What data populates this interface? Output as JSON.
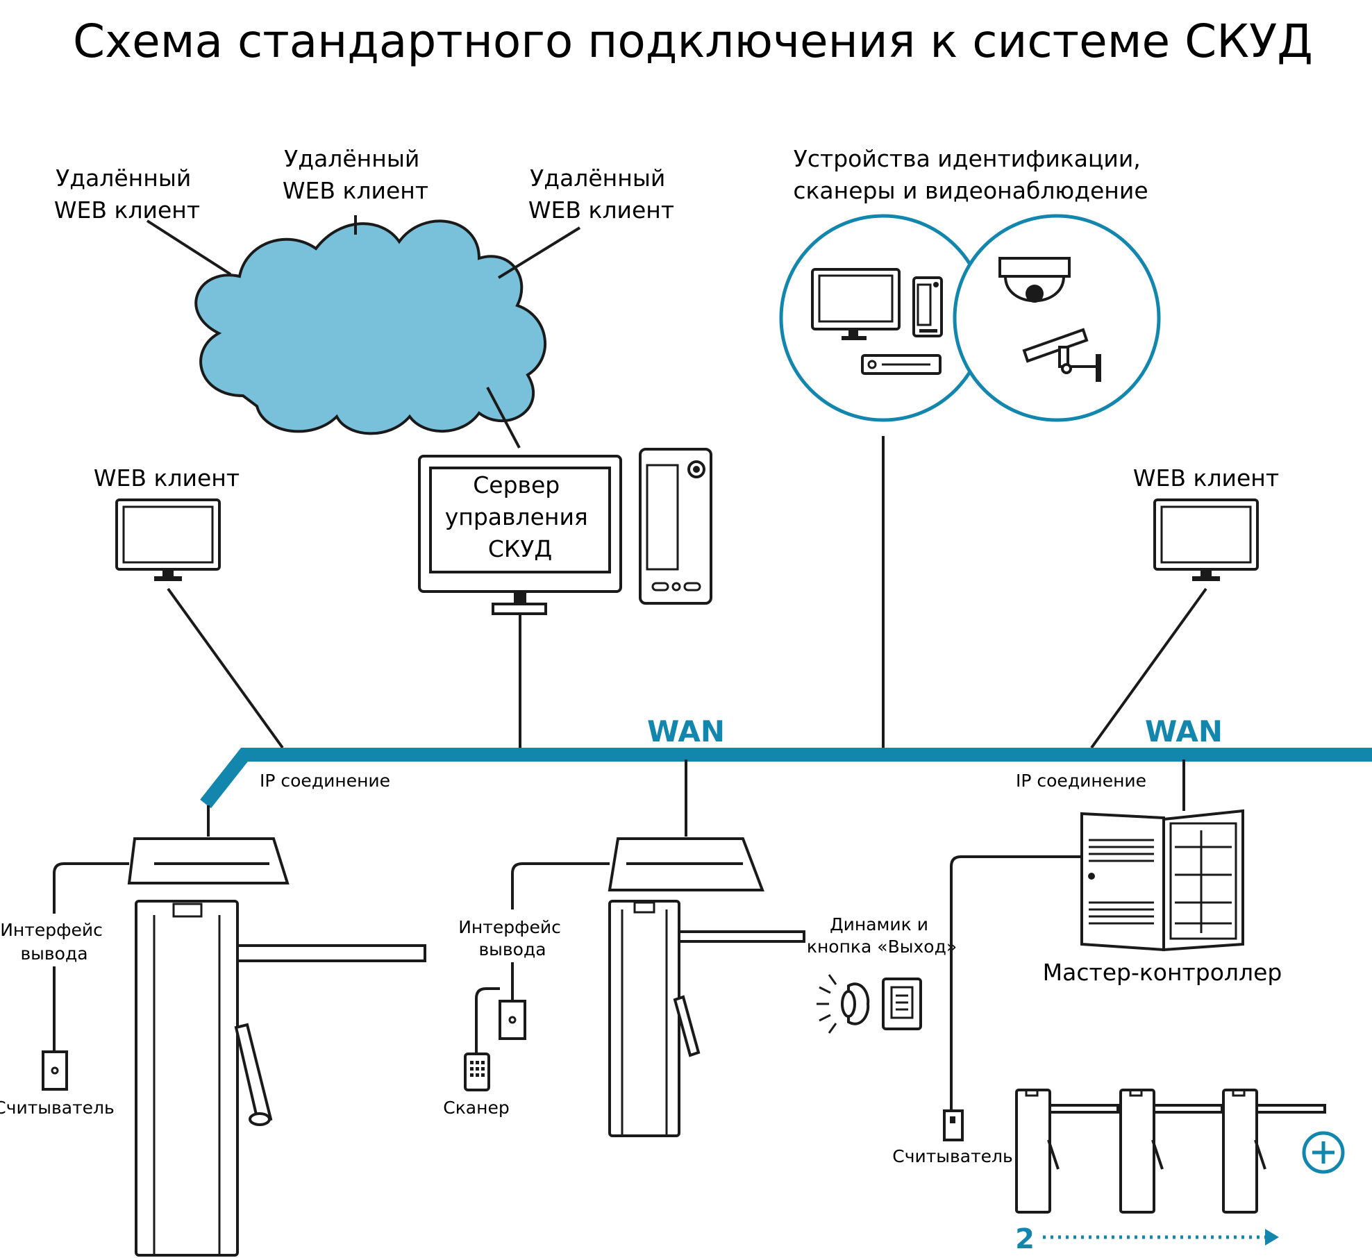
{
  "title": "Схема стандартного подключения к системе СКУД",
  "labels": {
    "remote_web_client_left": [
      "Удалённый",
      "WEB клиент"
    ],
    "remote_web_client_center": [
      "Удалённый",
      "WEB клиент"
    ],
    "remote_web_client_right": [
      "Удалённый",
      "WEB клиент"
    ],
    "identification_devices": [
      "Устройства идентификации,",
      "сканеры и видеонаблюдение"
    ],
    "web_client_left": "WEB клиент",
    "web_client_right": "WEB клиент",
    "server": [
      "Сервер",
      "управления",
      "СКУД"
    ],
    "wan_1": "WAN",
    "wan_2": "WAN",
    "ip_connection_left": "IP соединение",
    "ip_connection_right": "IP соединение",
    "output_interface_left": [
      "Интерфейс",
      "вывода"
    ],
    "output_interface_center": [
      "Интерфейс",
      "вывода"
    ],
    "reader_left": "Считыватель",
    "scanner": "Сканер",
    "speaker_exit_button": [
      "Динамик и",
      "кнопка «Выход»"
    ],
    "master_controller": "Мастер-контроллер",
    "reader_right": "Считыватель",
    "turnstile_count": "2"
  },
  "colors": {
    "accent": "#1386ae",
    "cloud": "#79c0da",
    "line": "#1a1a1a",
    "circle": "#1386ae"
  },
  "icons": {
    "cloud": "cloud-icon",
    "monitor": "monitor-icon",
    "pc_tower": "pc-tower-icon",
    "dome_camera": "dome-camera-icon",
    "bullet_camera": "bullet-camera-icon",
    "turnstile": "turnstile-icon",
    "controller": "controller-cabinet-icon",
    "plus": "plus-circle-icon",
    "arrow": "dotted-arrow-right-icon"
  }
}
